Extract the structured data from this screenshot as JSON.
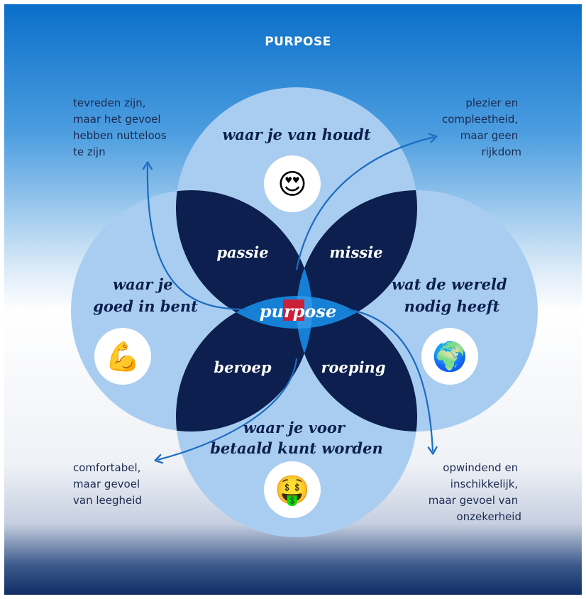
{
  "title": "PURPOSE",
  "circles": {
    "top": {
      "label": [
        "waar je van houdt"
      ],
      "icon": "heart-eyes-face-emoji"
    },
    "left": {
      "label": [
        "waar je",
        "goed in bent"
      ],
      "icon": "flexed-biceps-emoji"
    },
    "right": {
      "label": [
        "wat de wereld",
        "nodig heeft"
      ],
      "icon": "globe-emoji"
    },
    "bottom": {
      "label": [
        "waar je voor",
        "betaald kunt worden"
      ],
      "icon": "money-mouth-face-emoji"
    }
  },
  "petals": {
    "top_left": "passie",
    "top_right": "missie",
    "bottom_left": "beroep",
    "bottom_right": "roeping"
  },
  "center_label": "purpose",
  "notes": {
    "top_left": [
      "tevreden zijn,",
      "maar het gevoel",
      "hebben nutteloos",
      "te zijn"
    ],
    "top_right": [
      "plezier en",
      "compleetheid,",
      "maar geen",
      "rijkdom"
    ],
    "bottom_left": [
      "comfortabel,",
      "maar gevoel",
      "van leegheid"
    ],
    "bottom_right": [
      "opwindend en",
      "inschikkelijk,",
      "maar gevoel van",
      "onzekerheid"
    ]
  },
  "colors": {
    "header_blue": "#0a6fc9",
    "circle_fill": "#a9cdf0",
    "petal_navy": "#0c1f4e",
    "center_blue": "#1580d6",
    "accent_red": "#cc1f3a",
    "arrow_blue": "#1c6cc0"
  }
}
